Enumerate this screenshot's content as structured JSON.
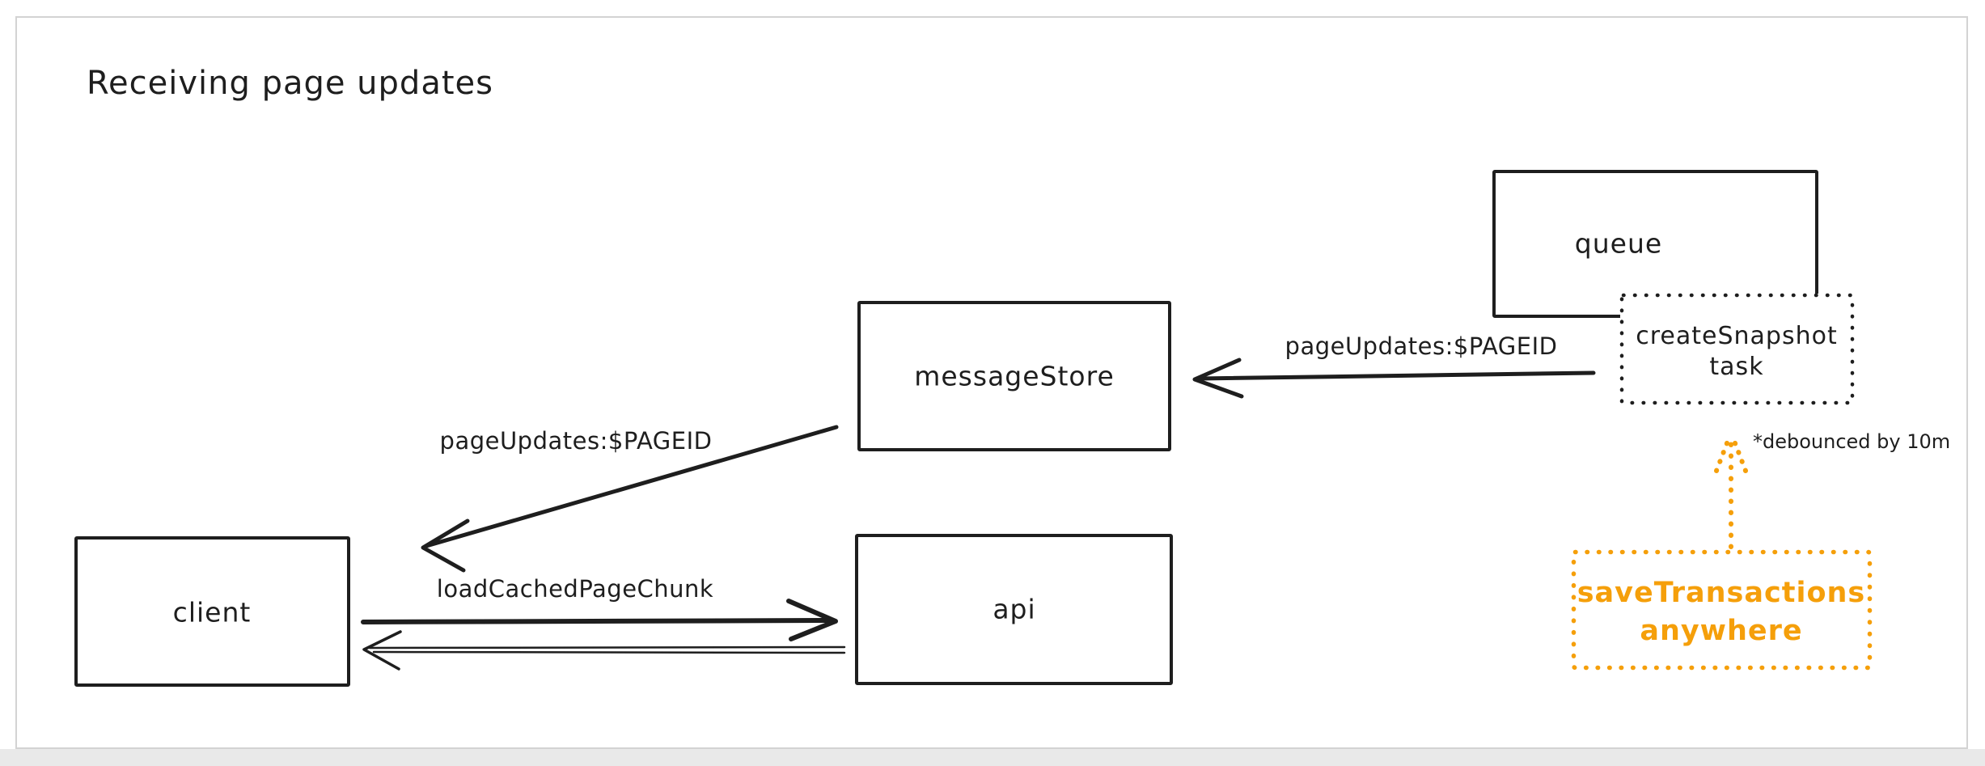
{
  "title": "Receiving page updates",
  "colors": {
    "ink": "#1e1e1e",
    "accent_orange": "#f59f0a",
    "frame_border": "#d3d3d3",
    "page_strip": "#e9e9e9",
    "canvas_bg": "#ffffff"
  },
  "nodes": {
    "queue": {
      "label": "queue"
    },
    "create_snapshot_task": {
      "line1": "createSnapshot",
      "line2": "task"
    },
    "message_store": {
      "label": "messageStore"
    },
    "client": {
      "label": "client"
    },
    "api": {
      "label": "api"
    },
    "save_transactions": {
      "line1": "saveTransactions",
      "line2": "anywhere"
    }
  },
  "edges": {
    "create_snapshot_to_message_store": {
      "label": "pageUpdates:$PAGEID"
    },
    "message_store_to_client": {
      "label": "pageUpdates:$PAGEID"
    },
    "client_to_api": {
      "label": "loadCachedPageChunk"
    }
  },
  "annotations": {
    "debounce_note": "*debounced by 10m"
  }
}
